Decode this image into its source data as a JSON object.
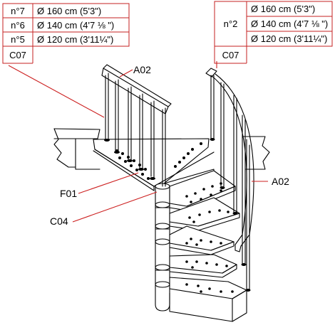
{
  "colors": {
    "outline": "#000000",
    "leader": "#cc1f1f",
    "table_border": "#c42121",
    "background": "#ffffff"
  },
  "table_left": {
    "rows": [
      {
        "code": "n°7",
        "dimension": "Ø 160 cm (5'3\")"
      },
      {
        "code": "n°6",
        "dimension": "Ø 140 cm (4'7 ⅛ \")"
      },
      {
        "code": "n°5",
        "dimension": "Ø 120 cm (3'11¼\")"
      }
    ],
    "footer_code": "C07"
  },
  "table_right": {
    "group_code": "n°2",
    "dimensions": [
      "Ø 160 cm (5'3\")",
      "Ø 140 cm (4'7 ⅛ \")",
      "Ø 120 cm (3'11¼\")"
    ],
    "footer_code": "C07"
  },
  "callouts": {
    "handrail_left": "A02",
    "handrail_right": "A02",
    "tread": "F01",
    "column": "C04"
  }
}
